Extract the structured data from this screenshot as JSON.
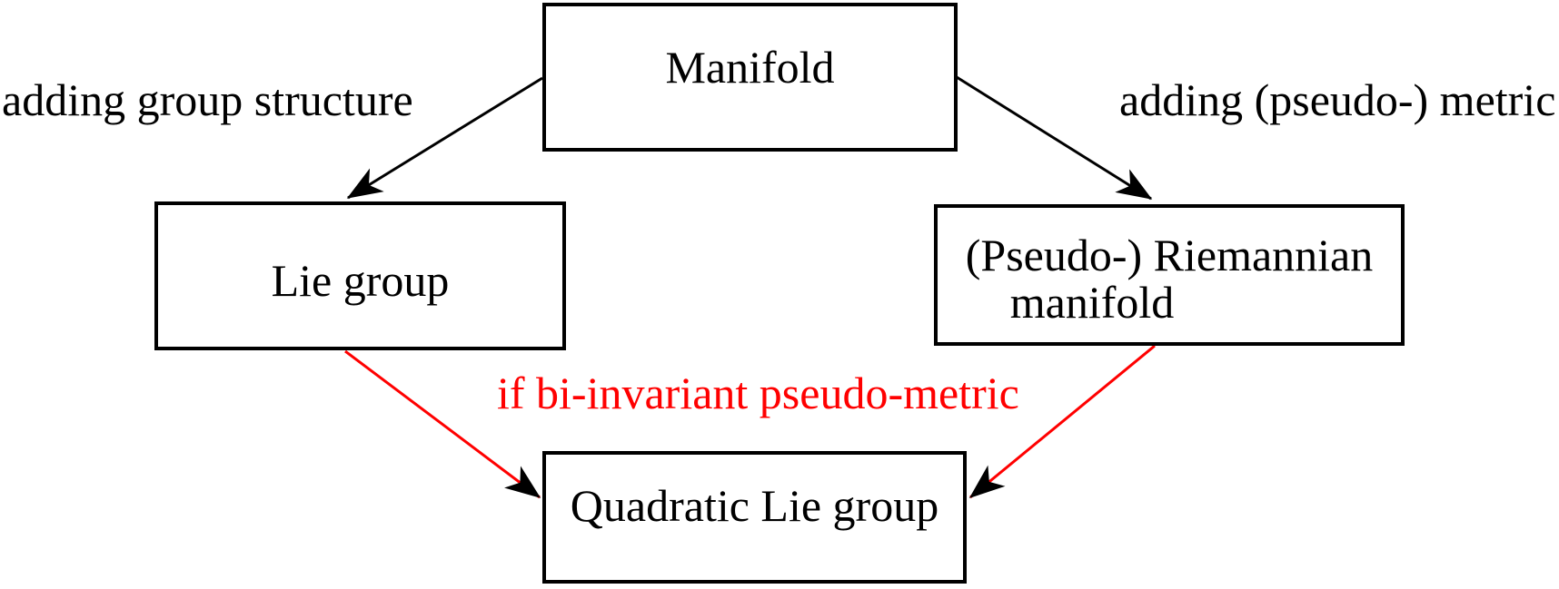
{
  "figure": {
    "type": "flowchart",
    "background": "#ffffff",
    "colors": {
      "box_border": "#000000",
      "text": "#000000",
      "black_arrow": "#000000",
      "red_arrow": "#ff0000",
      "arrowhead": "#000000"
    },
    "nodes": [
      {
        "id": "manifold",
        "label": "Manifold"
      },
      {
        "id": "lie_group",
        "label": "Lie group"
      },
      {
        "id": "riemannian",
        "label": "(Pseudo-) Riemannian manifold",
        "line1": "(Pseudo-) Riemannian",
        "line2": "manifold"
      },
      {
        "id": "quadratic",
        "label": "Quadratic Lie group"
      }
    ],
    "edges": [
      {
        "from": "Manifold",
        "to": "Lie group",
        "label": "adding group structure",
        "color": "#000000"
      },
      {
        "from": "Manifold",
        "to": "(Pseudo-) Riemannian manifold",
        "label": "adding (pseudo-) metric",
        "color": "#000000"
      },
      {
        "from": "Lie group",
        "to": "Quadratic Lie group",
        "label": "if bi-invariant pseudo-metric",
        "color": "#ff0000"
      },
      {
        "from": "(Pseudo-) Riemannian manifold",
        "to": "Quadratic Lie group",
        "label": "if bi-invariant pseudo-metric",
        "color": "#ff0000"
      }
    ]
  }
}
